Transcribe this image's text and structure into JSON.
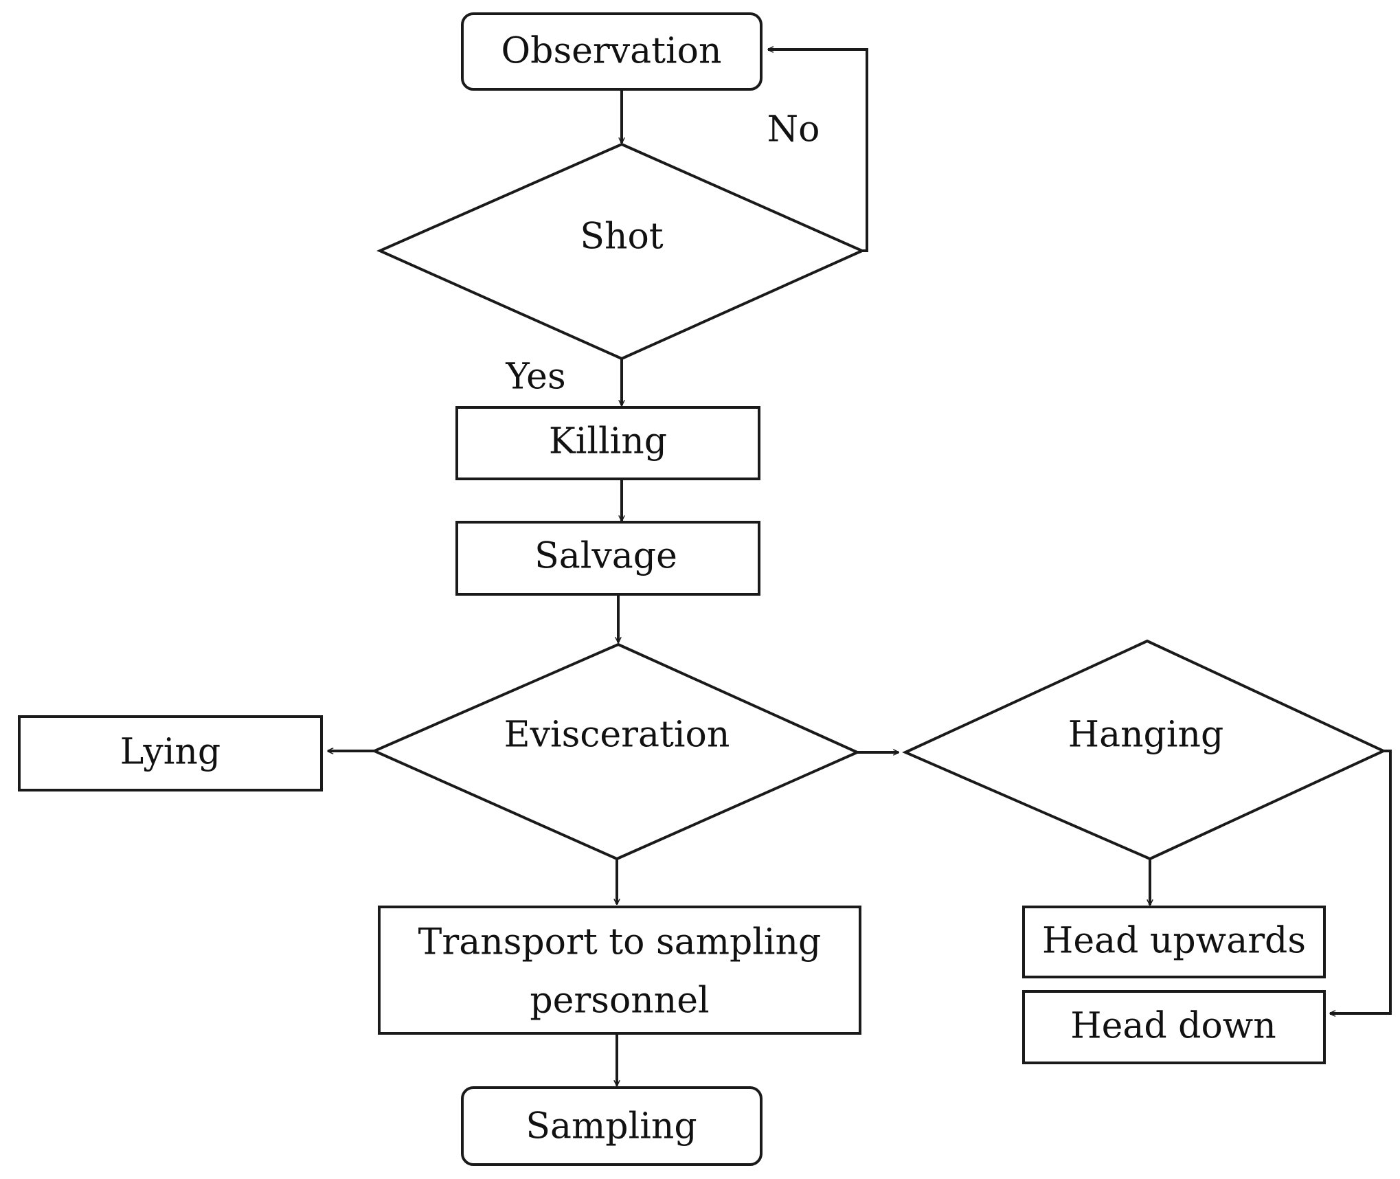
{
  "nodes": {
    "observation": "Observation",
    "shot": "Shot",
    "killing": "Killing",
    "salvage": "Salvage",
    "evisceration": "Evisceration",
    "lying": "Lying",
    "hanging": "Hanging",
    "transport_line1": "Transport to sampling",
    "transport_line2": "personnel",
    "sampling": "Sampling",
    "head_upwards": "Head upwards",
    "head_down": "Head down"
  },
  "edge_labels": {
    "no": "No",
    "yes": "Yes"
  },
  "colors": {
    "stroke": "#1a1a1a",
    "text": "#111111",
    "background": "#ffffff"
  }
}
